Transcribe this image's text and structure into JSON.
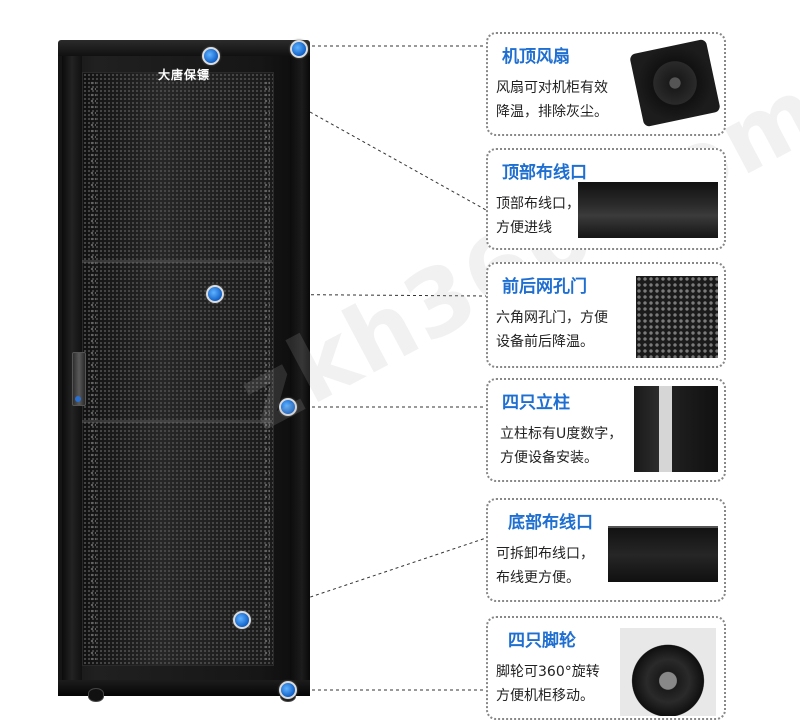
{
  "brand": {
    "logo_text": "大唐保镖"
  },
  "watermark": "zkh360.com",
  "features": [
    {
      "title": "机顶风扇",
      "desc_line1": "风扇可对机柜有效",
      "desc_line2": "降温，排除灰尘。"
    },
    {
      "title": "顶部布线口",
      "desc_line1": "顶部布线口，",
      "desc_line2": "方便进线"
    },
    {
      "title": "前后网孔门",
      "desc_line1": "六角网孔门，方便",
      "desc_line2": "设备前后降温。"
    },
    {
      "title": "四只立柱",
      "desc_line1": "立柱标有U度数字，",
      "desc_line2": "方便设备安装。"
    },
    {
      "title": "底部布线口",
      "desc_line1": "可拆卸布线口，",
      "desc_line2": "布线更方便。"
    },
    {
      "title": "四只脚轮",
      "desc_line1": "脚轮可360°旋转",
      "desc_line2": "方便机柜移动。"
    }
  ],
  "colors": {
    "accent": "#1e6fd1",
    "cabinet": "#141414",
    "card_border": "#888888"
  }
}
